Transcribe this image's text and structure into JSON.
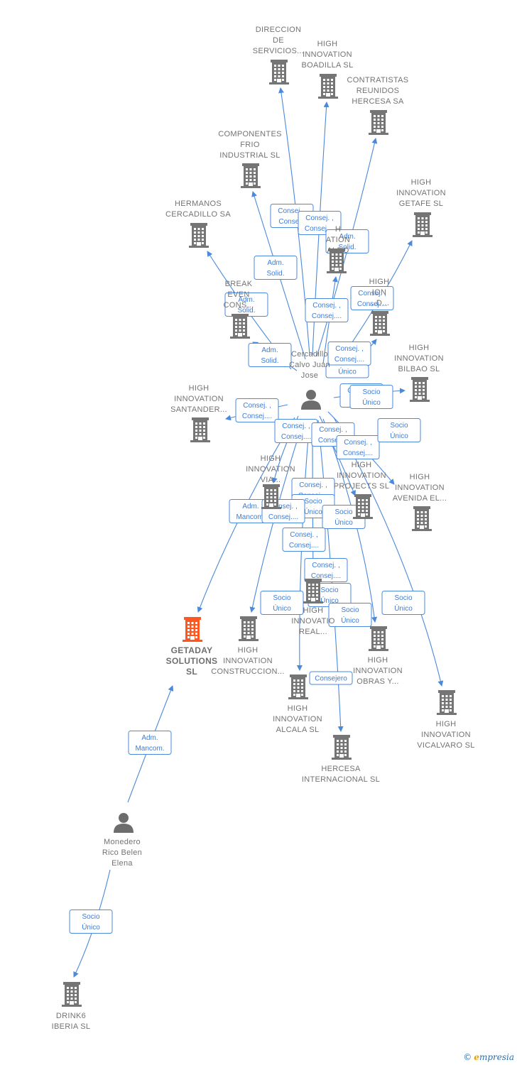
{
  "colors": {
    "company": "#757575",
    "focus": "#ff5722",
    "person": "#6d6d6d",
    "edge": "#4a89dc"
  },
  "nodes": [
    {
      "id": "direccion",
      "type": "company",
      "lines": [
        "DIRECCION",
        "DE",
        "SERVICIOS..."
      ]
    },
    {
      "id": "boadilla",
      "type": "company",
      "lines": [
        "HIGH",
        "INNOVATION",
        "BOADILLA  SL"
      ]
    },
    {
      "id": "contratistas",
      "type": "company",
      "lines": [
        "CONTRATISTAS",
        "REUNIDOS",
        "HERCESA SA"
      ]
    },
    {
      "id": "componentes",
      "type": "company",
      "lines": [
        "COMPONENTES",
        "FRIO",
        "INDUSTRIAL SL"
      ]
    },
    {
      "id": "hermanos",
      "type": "company",
      "lines": [
        "HERMANOS",
        "CERCADILLO SA"
      ]
    },
    {
      "id": "getafe",
      "type": "company",
      "lines": [
        "HIGH",
        "INNOVATION",
        "GETAFE  SL"
      ]
    },
    {
      "id": "aldo",
      "type": "company",
      "lines": [
        "H",
        "ATION",
        "ALDO"
      ]
    },
    {
      "id": "breakeven",
      "type": "company",
      "lines": [
        "BREAK",
        "EVEN",
        "CONS..."
      ]
    },
    {
      "id": "madrid",
      "type": "company",
      "lines": [
        "HIGH",
        "ION",
        "...D..."
      ]
    },
    {
      "id": "bilbao",
      "type": "company",
      "lines": [
        "HIGH",
        "INNOVATION",
        "BILBAO  SL"
      ]
    },
    {
      "id": "santander",
      "type": "company",
      "lines": [
        "HIGH",
        "INNOVATION",
        "SANTANDER..."
      ]
    },
    {
      "id": "via",
      "type": "company",
      "lines": [
        "HIGH",
        "INNOVATION",
        "VIA..."
      ]
    },
    {
      "id": "projects",
      "type": "company",
      "lines": [
        "HIGH",
        "INNOVATION",
        "PROJECTS  SL"
      ]
    },
    {
      "id": "avenida",
      "type": "company",
      "lines": [
        "HIGH",
        "INNOVATION",
        "AVENIDA EL..."
      ]
    },
    {
      "id": "getaday",
      "type": "focus",
      "lines": [
        "GETADAY",
        "SOLUTIONS",
        "SL"
      ]
    },
    {
      "id": "construccion",
      "type": "company",
      "lines": [
        "HIGH",
        "INNOVATION",
        "CONSTRUCCION..."
      ]
    },
    {
      "id": "real",
      "type": "company",
      "lines": [
        "HIGH",
        "INNOVATIO",
        "REAL..."
      ]
    },
    {
      "id": "obras",
      "type": "company",
      "lines": [
        "HIGH",
        "INNOVATION",
        "OBRAS Y..."
      ]
    },
    {
      "id": "alcala",
      "type": "company",
      "lines": [
        "HIGH",
        "INNOVATION",
        "ALCALA  SL"
      ]
    },
    {
      "id": "vicalvaro",
      "type": "company",
      "lines": [
        "HIGH",
        "INNOVATION",
        "VICALVARO  SL"
      ]
    },
    {
      "id": "hercesa",
      "type": "company",
      "lines": [
        "HERCESA",
        "INTERNACIONAL SL"
      ]
    },
    {
      "id": "drink6",
      "type": "company",
      "lines": [
        "DRINK6",
        "IBERIA  SL"
      ]
    },
    {
      "id": "cercadillo",
      "type": "person",
      "lines": [
        "Cercadillo",
        "Calvo Juan",
        "Jose"
      ]
    },
    {
      "id": "monedero",
      "type": "person",
      "lines": [
        "Monedero",
        "Rico Belen",
        "Elena"
      ]
    }
  ],
  "edges": [
    {
      "from": "cercadillo",
      "to": "direccion"
    },
    {
      "from": "cercadillo",
      "to": "boadilla"
    },
    {
      "from": "cercadillo",
      "to": "contratistas"
    },
    {
      "from": "cercadillo",
      "to": "componentes"
    },
    {
      "from": "cercadillo",
      "to": "hermanos"
    },
    {
      "from": "cercadillo",
      "to": "getafe"
    },
    {
      "from": "cercadillo",
      "to": "aldo"
    },
    {
      "from": "cercadillo",
      "to": "breakeven"
    },
    {
      "from": "cercadillo",
      "to": "madrid"
    },
    {
      "from": "cercadillo",
      "to": "bilbao"
    },
    {
      "from": "cercadillo",
      "to": "santander"
    },
    {
      "from": "cercadillo",
      "to": "via"
    },
    {
      "from": "cercadillo",
      "to": "projects"
    },
    {
      "from": "cercadillo",
      "to": "avenida"
    },
    {
      "from": "cercadillo",
      "to": "getaday"
    },
    {
      "from": "cercadillo",
      "to": "construccion"
    },
    {
      "from": "cercadillo",
      "to": "real"
    },
    {
      "from": "cercadillo",
      "to": "obras"
    },
    {
      "from": "cercadillo",
      "to": "alcala"
    },
    {
      "from": "cercadillo",
      "to": "vicalvaro"
    },
    {
      "from": "cercadillo",
      "to": "hercesa"
    },
    {
      "from": "monedero",
      "to": "getaday"
    },
    {
      "from": "monedero",
      "to": "drink6"
    }
  ],
  "edge_labels": [
    [
      "Consej. ,",
      "Conse..."
    ],
    [
      "Consej. ,",
      "Consej...."
    ],
    [
      "Adm.",
      "Solid."
    ],
    [
      "Adm.",
      "Solid."
    ],
    [
      "Adm.",
      "Solid."
    ],
    [
      "Consej. ,",
      "Consej...."
    ],
    [
      "Consej. ,",
      "Consej...."
    ],
    [
      "Adm.",
      "Solid."
    ],
    [
      "Consej. ,",
      "Consej...."
    ],
    [
      "Único"
    ],
    [
      "Consej. ,",
      "Co..."
    ],
    [
      "Socio",
      "Único"
    ],
    [
      "Consej. ,",
      "Consej...."
    ],
    [
      "Consej. ,",
      "Consej...."
    ],
    [
      "Consej. ,",
      "Consej...."
    ],
    [
      "Consej. ,",
      "Consej...."
    ],
    [
      "Socio",
      "Único"
    ],
    [
      "Consej. ,",
      "Consej...."
    ],
    [
      "Socio",
      "Único"
    ],
    [
      "Adm.",
      "Mancom."
    ],
    [
      "Consej. ,",
      "Consej...."
    ],
    [
      "Socio",
      "Único"
    ],
    [
      "Consej. ,",
      "Consej...."
    ],
    [
      "Consej. ,",
      "Consej...."
    ],
    [
      "Socio",
      "Único"
    ],
    [
      "Socio",
      "Único"
    ],
    [
      "Socio",
      "Único"
    ],
    [
      "Socio",
      "Único"
    ],
    [
      "Consejero"
    ],
    [
      "Adm.",
      "Mancom."
    ],
    [
      "Socio",
      "Único"
    ]
  ],
  "footer": {
    "copyright": "©",
    "brand_initial": "e",
    "brand_rest": "mpresia"
  }
}
